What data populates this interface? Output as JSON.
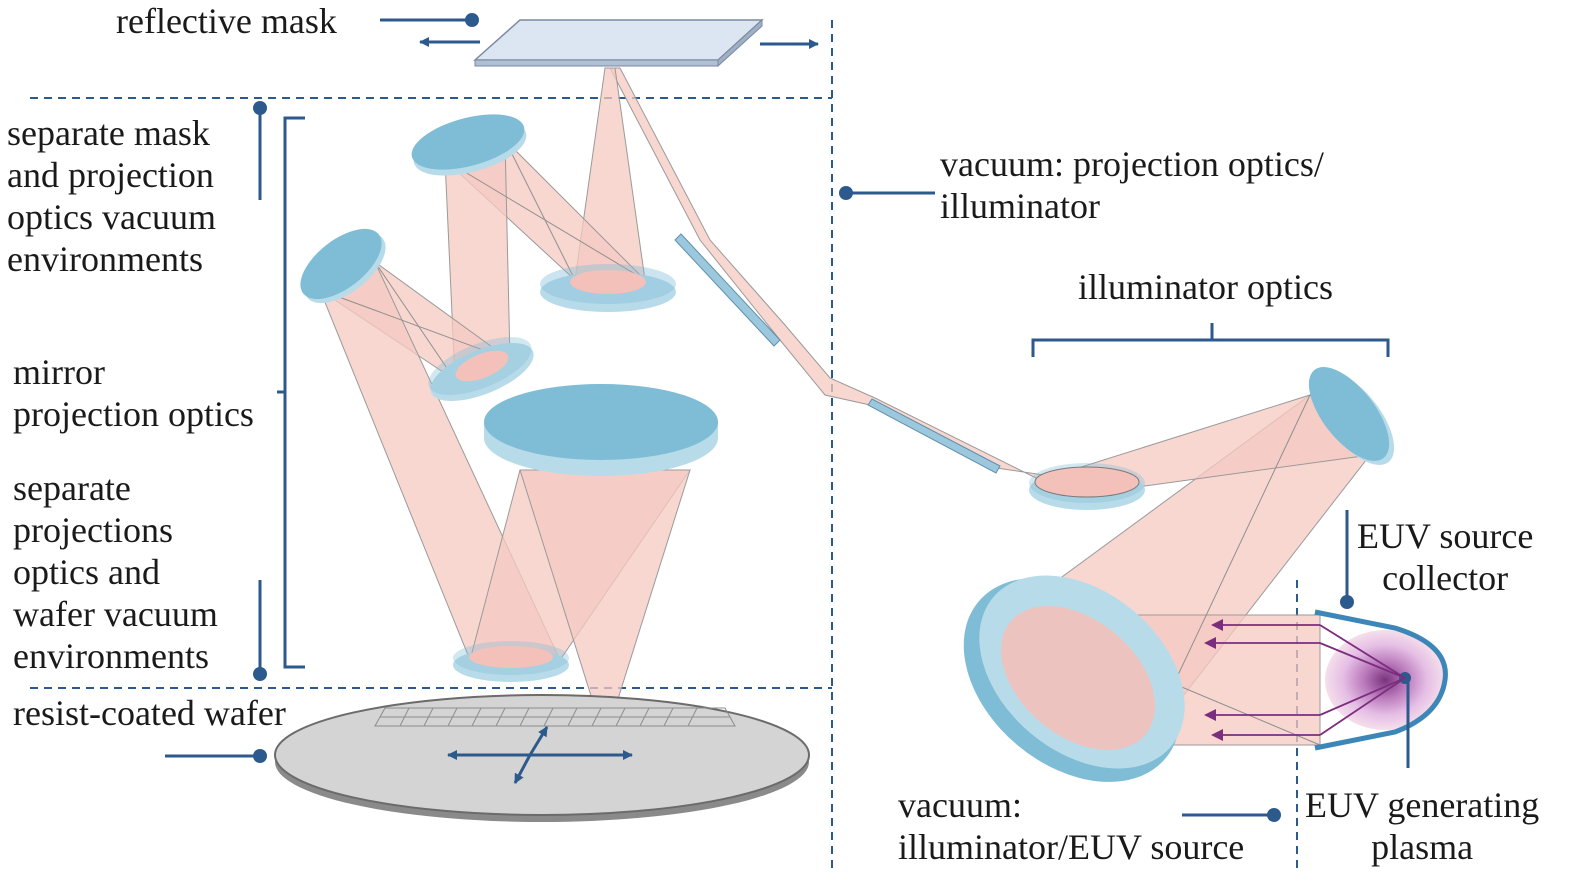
{
  "labels": {
    "reflective_mask": "reflective mask",
    "separate_mask_env": "separate mask\nand projection\noptics vacuum\nenvironments",
    "mirror_projection": "mirror\nprojection optics",
    "separate_wafer_env": "separate\nprojections\noptics and\nwafer vacuum\nenvironments",
    "resist_wafer": "resist-coated wafer",
    "vacuum_projection": "vacuum: projection optics/\nilluminator",
    "illuminator_optics": "illuminator optics",
    "euv_collector": "EUV source\ncollector",
    "vacuum_illuminator": "vacuum:\nilluminator/EUV source",
    "euv_plasma": "EUV generating\nplasma"
  },
  "colors": {
    "mirror_top": "#7fbcd6",
    "mirror_side": "#b8dbe9",
    "beam": "#f5c9c2",
    "leader": "#2d5a8c",
    "wafer": "#d4d4d4",
    "mask": "#dce6f2",
    "plasma": "#7b2d7e"
  }
}
